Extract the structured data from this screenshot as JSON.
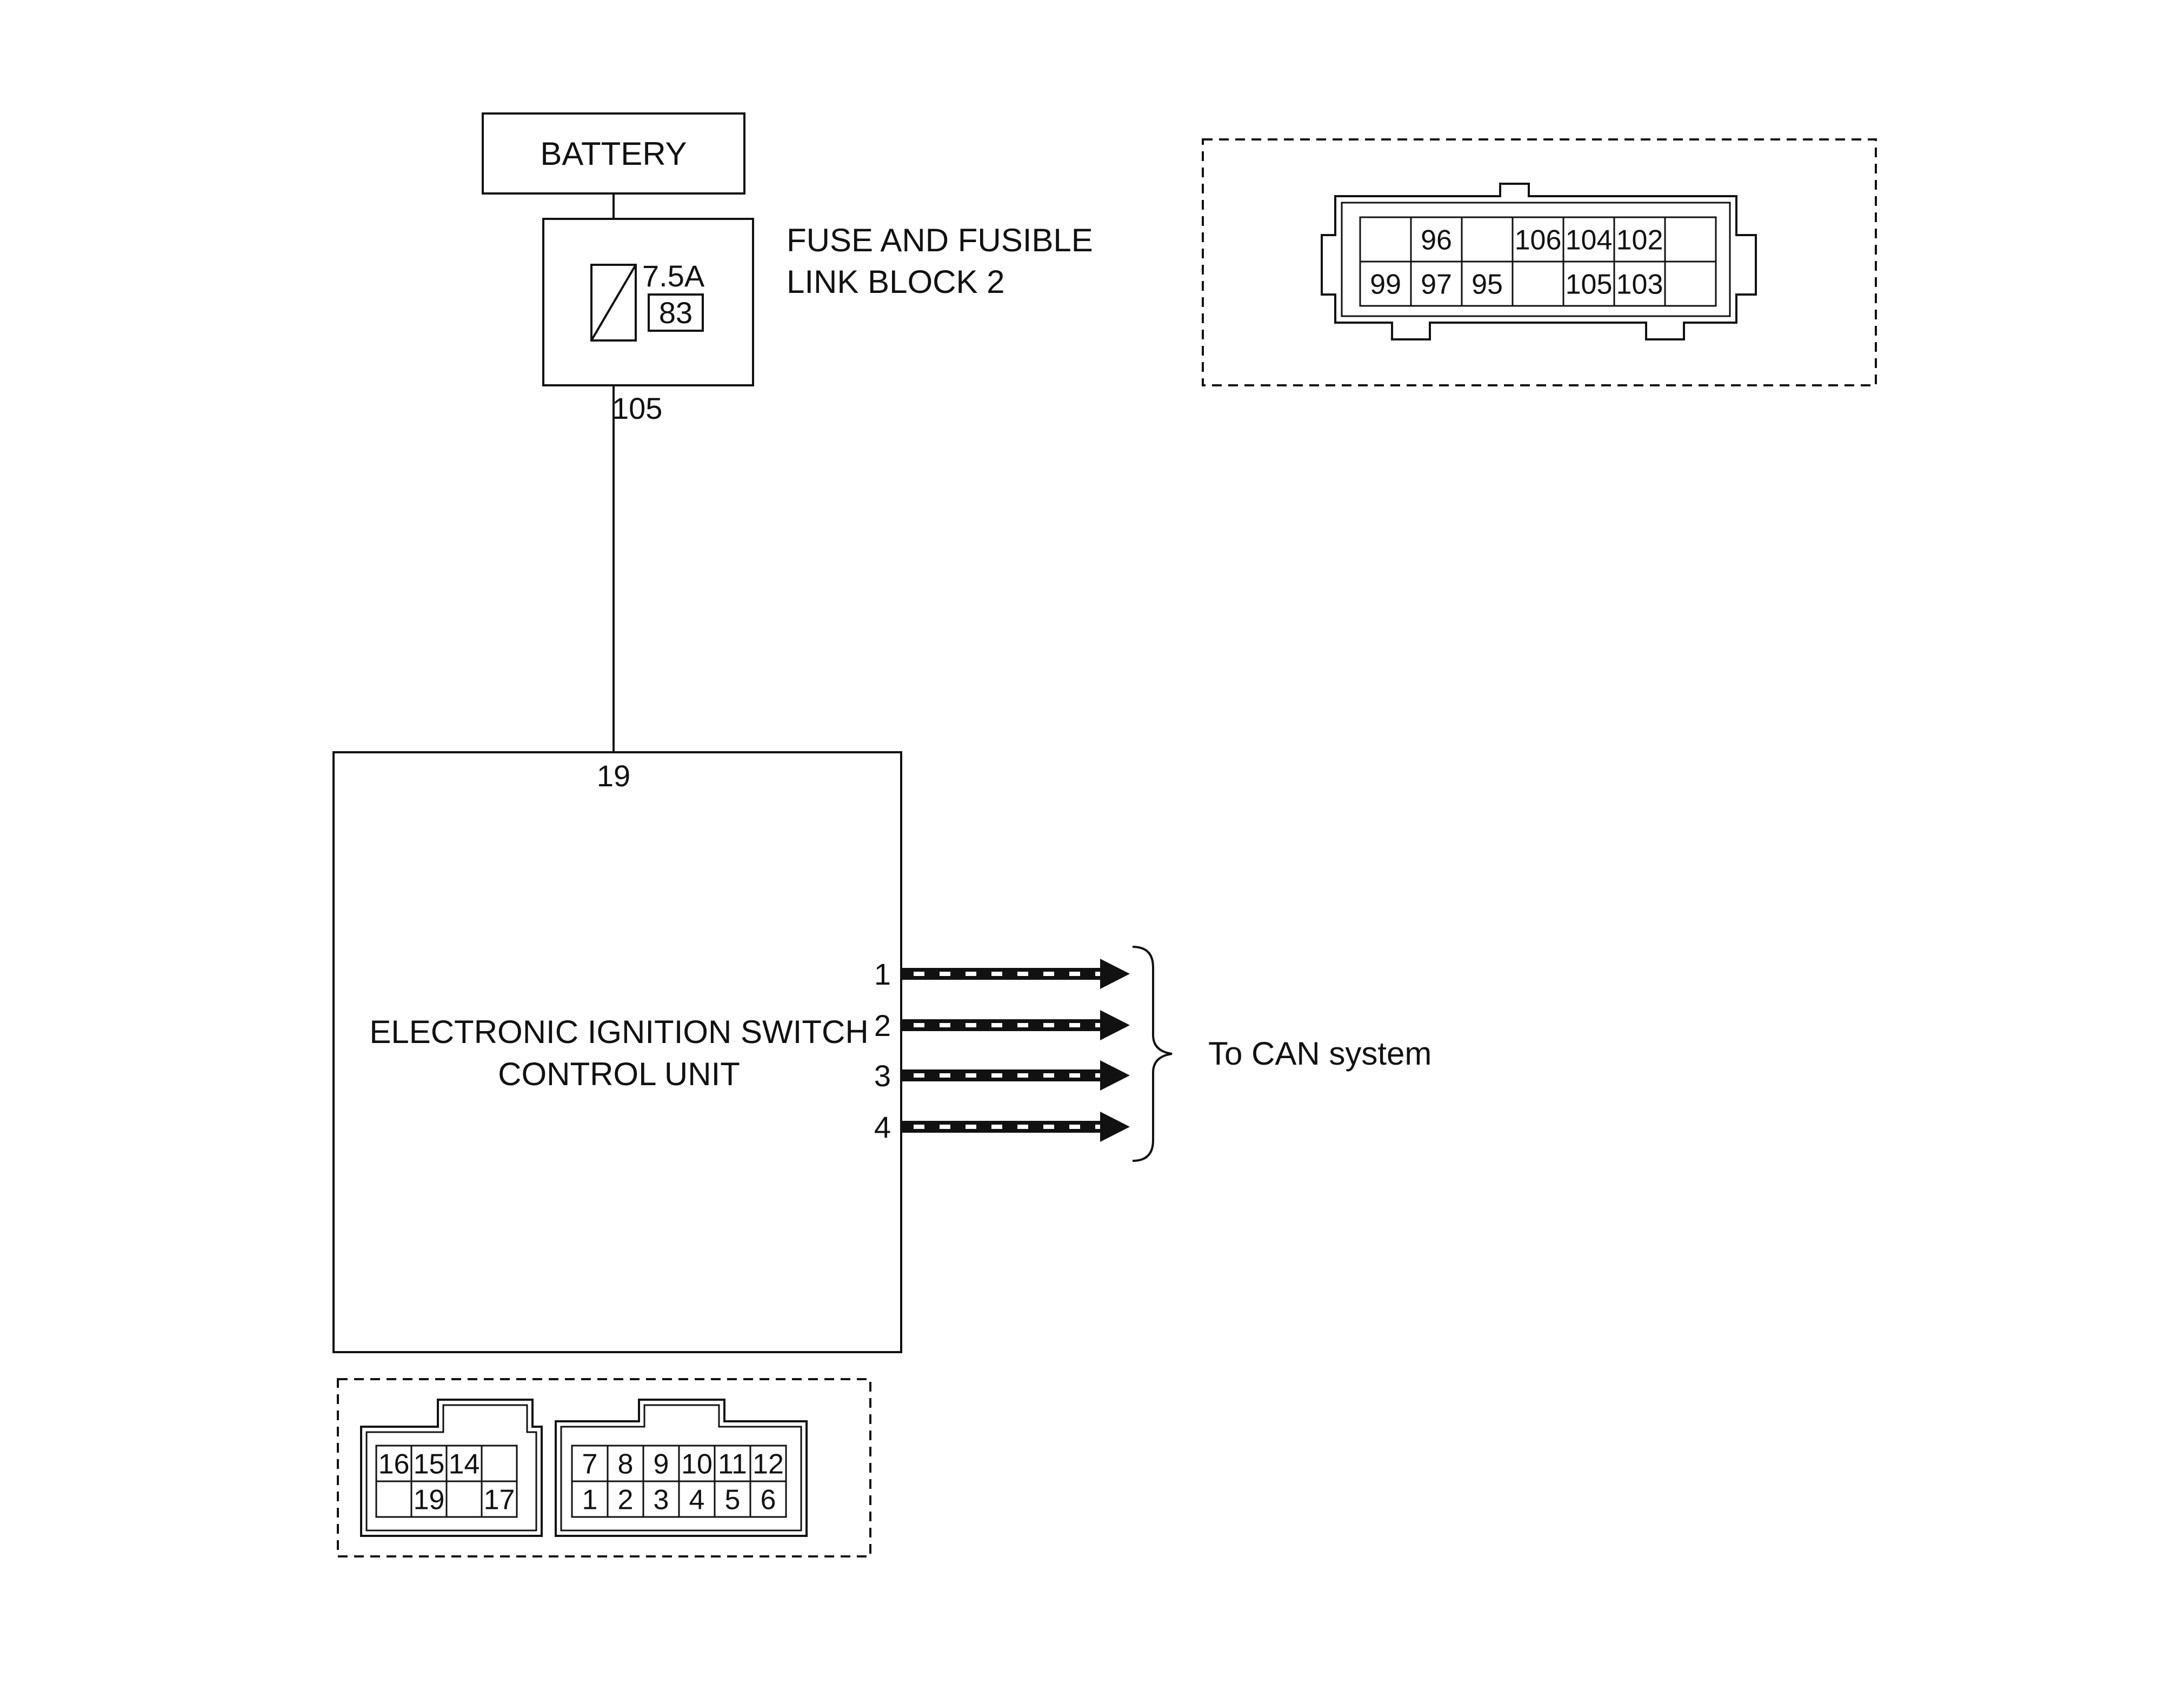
{
  "battery": {
    "label": "BATTERY"
  },
  "fuse_block": {
    "name_line1": "FUSE AND FUSIBLE",
    "name_line2": "LINK BLOCK 2",
    "fuse_rating": "7.5A",
    "fuse_number": "83",
    "output_terminal": "105"
  },
  "control_unit": {
    "name_line1": "ELECTRONIC IGNITION SWITCH",
    "name_line2": "CONTROL UNIT",
    "power_terminal": "19",
    "can_terminals": [
      "1",
      "2",
      "3",
      "4"
    ]
  },
  "can_target": {
    "label": "To CAN system"
  },
  "fuse_connector": {
    "top_row": [
      "",
      "96",
      "",
      "106",
      "104",
      "102",
      ""
    ],
    "bottom_row": [
      "99",
      "97",
      "95",
      "",
      "105",
      "103",
      ""
    ]
  },
  "unit_connector_left": {
    "top_row": [
      "16",
      "15",
      "14",
      ""
    ],
    "bottom_row": [
      "",
      "19",
      "",
      "17"
    ]
  },
  "unit_connector_right": {
    "top_row": [
      "7",
      "8",
      "9",
      "10",
      "11",
      "12"
    ],
    "bottom_row": [
      "1",
      "2",
      "3",
      "4",
      "5",
      "6"
    ]
  },
  "colors": {
    "line": "#111111",
    "background": "#ffffff"
  }
}
